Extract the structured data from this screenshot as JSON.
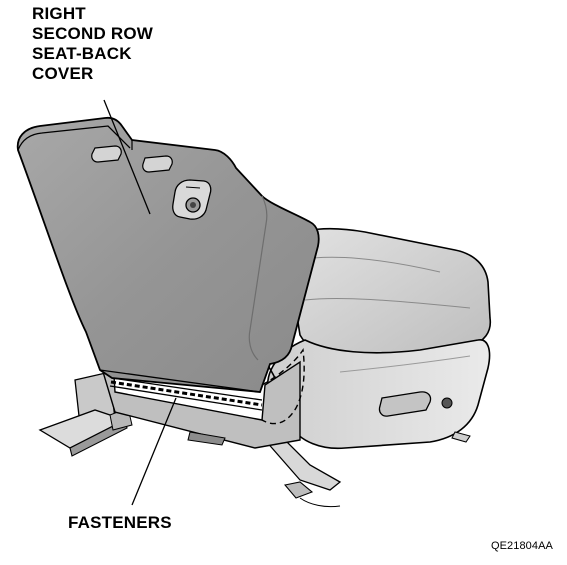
{
  "callouts": {
    "seat_back_cover": {
      "lines": [
        "RIGHT",
        "SECOND ROW",
        "SEAT-BACK",
        "COVER"
      ]
    },
    "fasteners": {
      "label": "FASTENERS"
    }
  },
  "reference_code": "QE21804AA",
  "colors": {
    "line": "#000000",
    "cover_fill": "#9a9a9a",
    "cushion_fill": "#d2d2d2",
    "shadow_fill": "#7a7a7a",
    "background": "#ffffff"
  }
}
